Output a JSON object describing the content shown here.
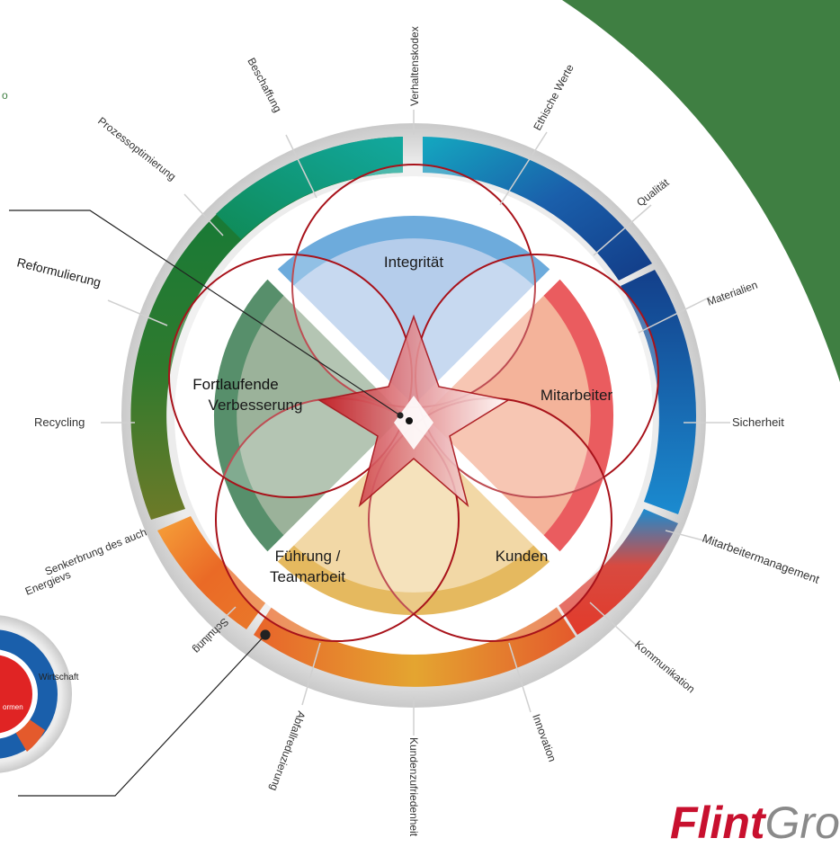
{
  "center_sectors": [
    {
      "id": "integritaet",
      "label": "Integrität",
      "color": "#9dbde5"
    },
    {
      "id": "mitarbeiter",
      "label": "Mitarbeiter",
      "color": "#f09a78"
    },
    {
      "id": "kunden",
      "label": "Kunden",
      "color": "#eecb88"
    },
    {
      "id": "fuehrung",
      "label_lines": [
        "Führung /",
        "Teamarbeit"
      ],
      "color": "#eecb88"
    },
    {
      "id": "verbesserung",
      "label_lines": [
        "Fortlaufende",
        "Verbesserung"
      ],
      "color": "#7a9878"
    }
  ],
  "outer_labels": [
    {
      "id": "verhaltenskodex",
      "text": "Verhaltenskodex"
    },
    {
      "id": "ethische-werte",
      "text": "Ethische Werte"
    },
    {
      "id": "qualitaet",
      "text": "Qualität"
    },
    {
      "id": "materialien",
      "text": "Materialien"
    },
    {
      "id": "sicherheit",
      "text": "Sicherheit"
    },
    {
      "id": "mitarbeitermanagement",
      "text": "Mitarbeitermanagement"
    },
    {
      "id": "kommunikation",
      "text": "Kommunikation"
    },
    {
      "id": "innovation",
      "text": "Innovation"
    },
    {
      "id": "kundenzufriedenheit",
      "text": "Kundenzufriedenheit"
    },
    {
      "id": "abfallreduzierung",
      "text": "Abfallreduzierung"
    },
    {
      "id": "schulung",
      "text": "Schulung"
    },
    {
      "id": "energie-1",
      "text": "Senkerbrung des auch"
    },
    {
      "id": "energie-2",
      "text": "Energievs"
    },
    {
      "id": "recycling",
      "text": "Recycling"
    },
    {
      "id": "reformulierung",
      "text": "Reformulierung"
    },
    {
      "id": "prozessoptimierung",
      "text": "Prozessoptimierung"
    },
    {
      "id": "beschaffung",
      "text": "Beschaffung"
    }
  ],
  "mini_wheel": {
    "label": "Wirtschaft",
    "inner_label": "ormen"
  },
  "logo": {
    "bold": "Flint",
    "light": "Gro"
  },
  "colors": {
    "ring_blue": "#1a78bd",
    "ring_teal": "#0ea79a",
    "ring_green": "#0d7a3a",
    "ring_olive": "#6b7f2a",
    "ring_orange": "#f08a30",
    "ring_red": "#e02424",
    "petal_stroke": "#a8121a",
    "corner_green": "#3f7f42",
    "logo_red": "#c8102e"
  }
}
